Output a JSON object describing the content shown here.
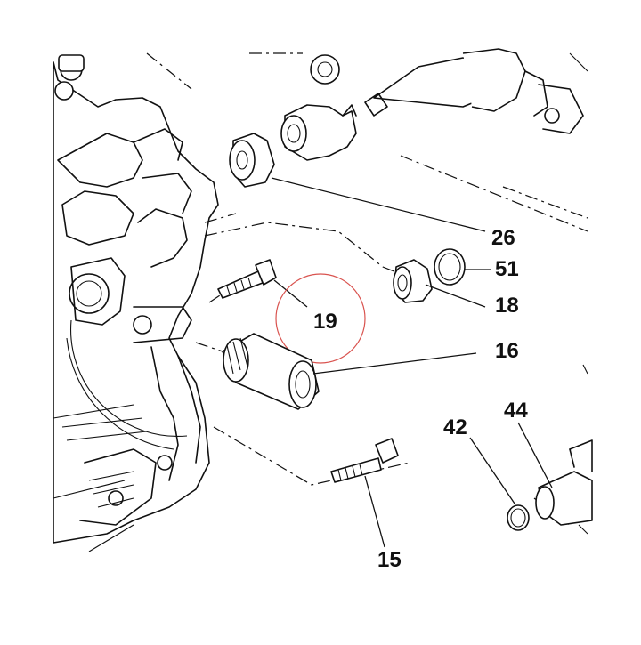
{
  "diagram": {
    "callouts": [
      {
        "id": "26",
        "label": "26"
      },
      {
        "id": "51",
        "label": "51"
      },
      {
        "id": "18",
        "label": "18"
      },
      {
        "id": "19",
        "label": "19"
      },
      {
        "id": "16",
        "label": "16"
      },
      {
        "id": "44",
        "label": "44"
      },
      {
        "id": "42",
        "label": "42"
      },
      {
        "id": "15",
        "label": "15"
      }
    ],
    "highlight": {
      "target": "19",
      "color": "#d9534f"
    },
    "colors": {
      "line": "#111111",
      "background": "#ffffff"
    }
  }
}
